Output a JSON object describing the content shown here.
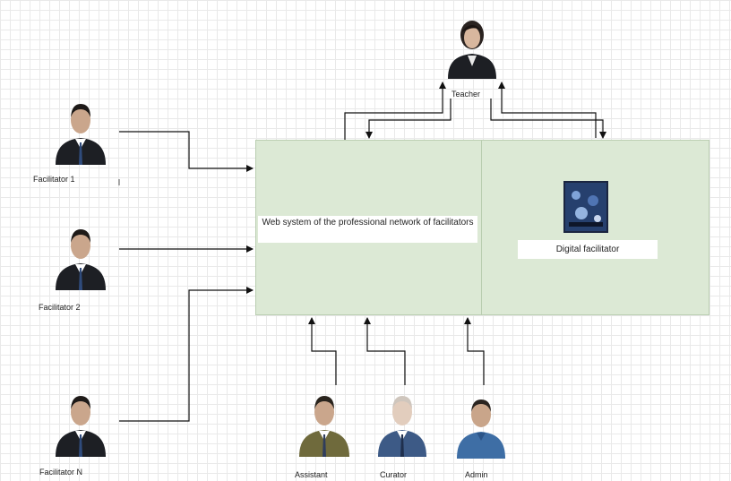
{
  "nodes": {
    "teacher": {
      "label": "Teacher",
      "icon": "woman-avatar-icon"
    },
    "facilitator_1": {
      "label": "Facilitator 1",
      "icon": "man-avatar-icon"
    },
    "facilitator_2": {
      "label": "Facilitator 2",
      "icon": "man-avatar-icon"
    },
    "facilitator_n": {
      "label": "Facilitator N",
      "icon": "man-avatar-icon"
    },
    "assistant": {
      "label": "Assistant",
      "icon": "man-avatar-icon",
      "suit_color": "#6f6a3c"
    },
    "curator": {
      "label": "Curator",
      "icon": "man-avatar-icon",
      "suit_color": "#3d5a86"
    },
    "admin": {
      "label": "Admin",
      "icon": "man-avatar-icon",
      "suit_color": "#3e6ea5"
    }
  },
  "web_system": {
    "label": "Web system of the professional network of facilitators"
  },
  "digital_facilitator": {
    "label": "Digital facilitator",
    "icon": "digital-screen-icon"
  },
  "colors": {
    "box_fill": "#dce9d5",
    "box_border": "#b9cdb0",
    "arrow": "#111111",
    "dark_suit": "#1d1f24"
  }
}
